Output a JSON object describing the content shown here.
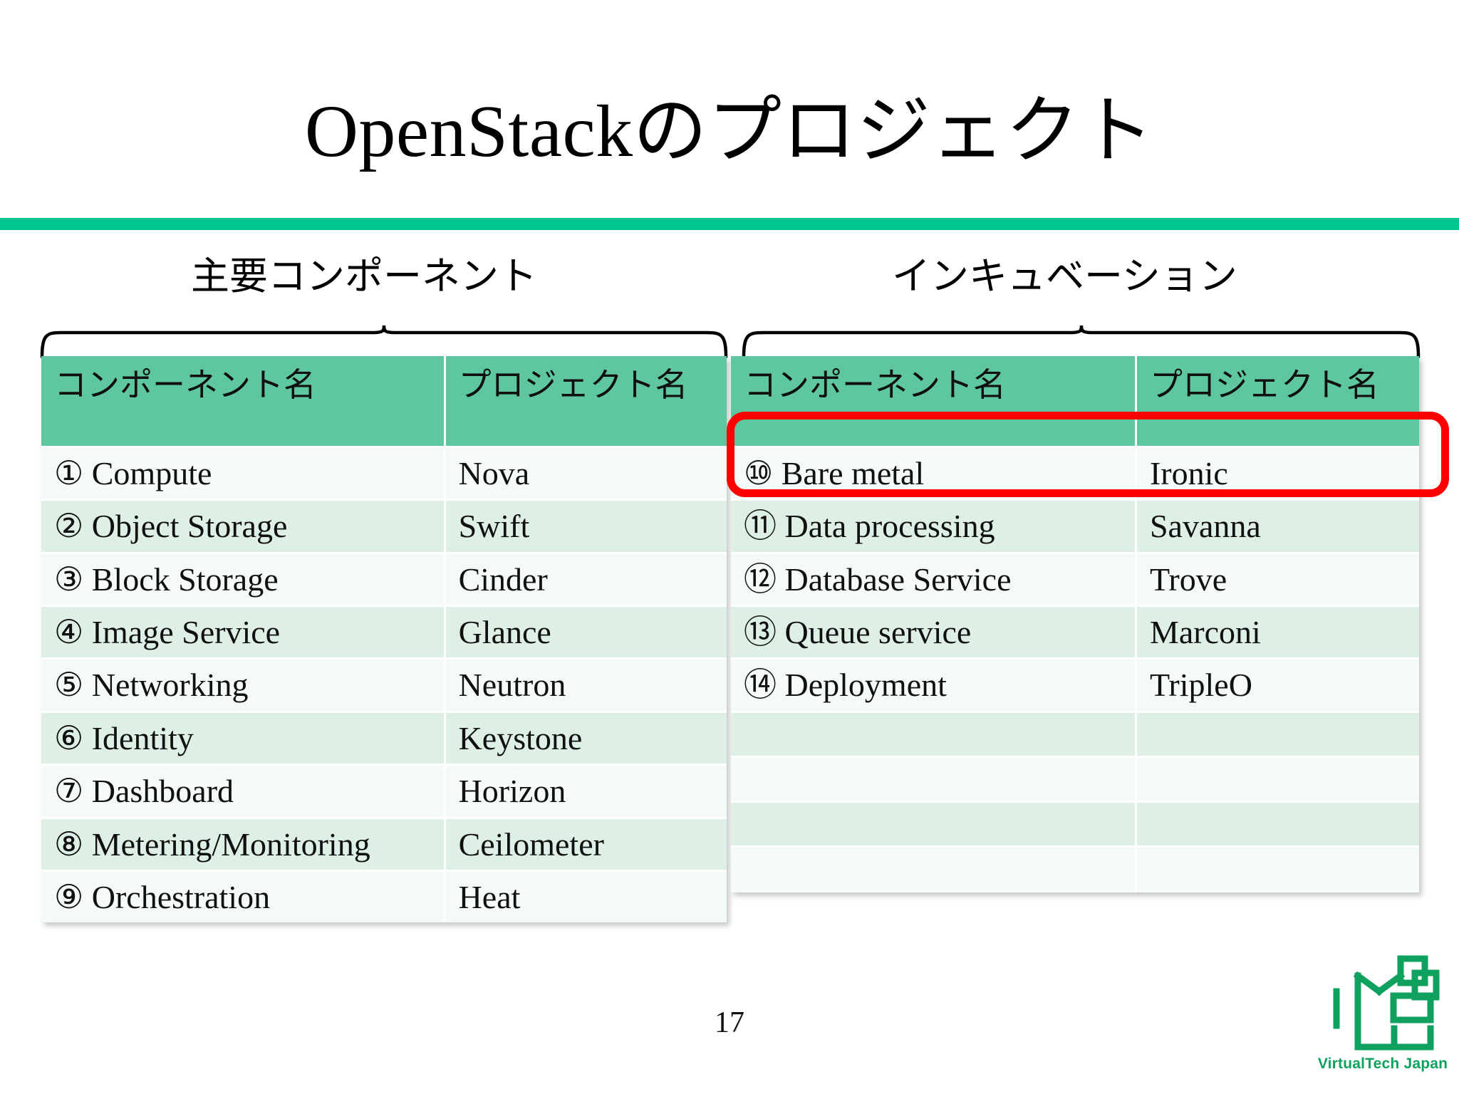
{
  "slide": {
    "title": "OpenStackのプロジェクト",
    "page_number": "17",
    "accent_color": "#00C58C",
    "header_fill": "#5FC79F",
    "row_fill_odd": "#F4FAF7",
    "row_fill_even": "#DEEFE6",
    "highlight_color": "#FF0000"
  },
  "groups": {
    "left_caption": "主要コンポーネント",
    "right_caption": "インキュベーション"
  },
  "left_table": {
    "headers": {
      "component": "コンポーネント名",
      "project": "プロジェクト名"
    },
    "rows": [
      {
        "component": "① Compute",
        "project": "Nova"
      },
      {
        "component": "② Object Storage",
        "project": "Swift"
      },
      {
        "component": "③ Block Storage",
        "project": "Cinder"
      },
      {
        "component": "④ Image Service",
        "project": "Glance"
      },
      {
        "component": "⑤ Networking",
        "project": "Neutron"
      },
      {
        "component": "⑥ Identity",
        "project": "Keystone"
      },
      {
        "component": "⑦ Dashboard",
        "project": "Horizon"
      },
      {
        "component": "⑧ Metering/Monitoring",
        "project": "Ceilometer"
      },
      {
        "component": "⑨ Orchestration",
        "project": "Heat"
      }
    ]
  },
  "right_table": {
    "headers": {
      "component": "コンポーネント名",
      "project": "プロジェクト名"
    },
    "rows": [
      {
        "component": "⑩ Bare metal",
        "project": "Ironic"
      },
      {
        "component": "⑪ Data processing",
        "project": "Savanna"
      },
      {
        "component": "⑫ Database Service",
        "project": "Trove"
      },
      {
        "component": "⑬ Queue service",
        "project": "Marconi"
      },
      {
        "component": "⑭ Deployment",
        "project": "TripleO"
      },
      {
        "component": "",
        "project": ""
      },
      {
        "component": "",
        "project": ""
      },
      {
        "component": "",
        "project": ""
      },
      {
        "component": "",
        "project": ""
      }
    ]
  },
  "logo": {
    "wordmark": "VirtualTech Japan",
    "color": "#0FA25E"
  }
}
